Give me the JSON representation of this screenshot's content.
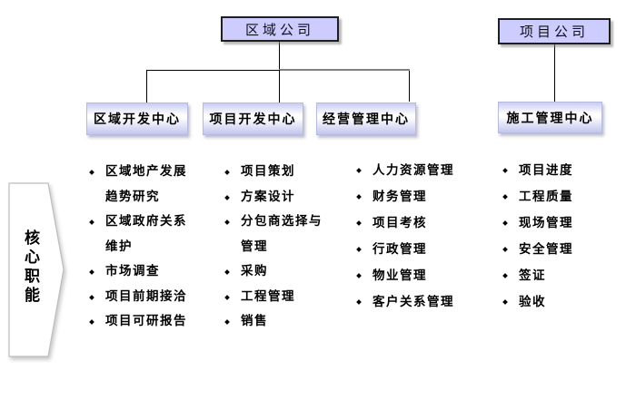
{
  "diagram": {
    "side_label": "核心职能",
    "parents": [
      {
        "label": "区域公司"
      },
      {
        "label": "项目公司"
      }
    ],
    "columns": [
      {
        "title": "区域开发中心",
        "items": [
          "区域地产发展\n趋势研究",
          "区域政府关系\n维护",
          "市场调查",
          "项目前期接洽",
          "项目可研报告"
        ]
      },
      {
        "title": "项目开发中心",
        "items": [
          "项目策划",
          "方案设计",
          "分包商选择与\n管理",
          "采购",
          "工程管理",
          "销售"
        ]
      },
      {
        "title": "经营管理中心",
        "items": [
          "人力资源管理",
          "财务管理",
          "项目考核",
          "行政管理",
          "物业管理",
          "客户关系管理"
        ]
      },
      {
        "title": "施工管理中心",
        "items": [
          "项目进度",
          "工程质量",
          "现场管理",
          "安全管理",
          "签证",
          "验收"
        ]
      }
    ],
    "colors": {
      "box_fill": "#ccccff",
      "box_border": "#1f1f1f",
      "gradient_edge": "#c5c8f0",
      "connector_black": "#000000",
      "connector_gray": "#808080",
      "shape_fill": "#ffffff"
    }
  }
}
